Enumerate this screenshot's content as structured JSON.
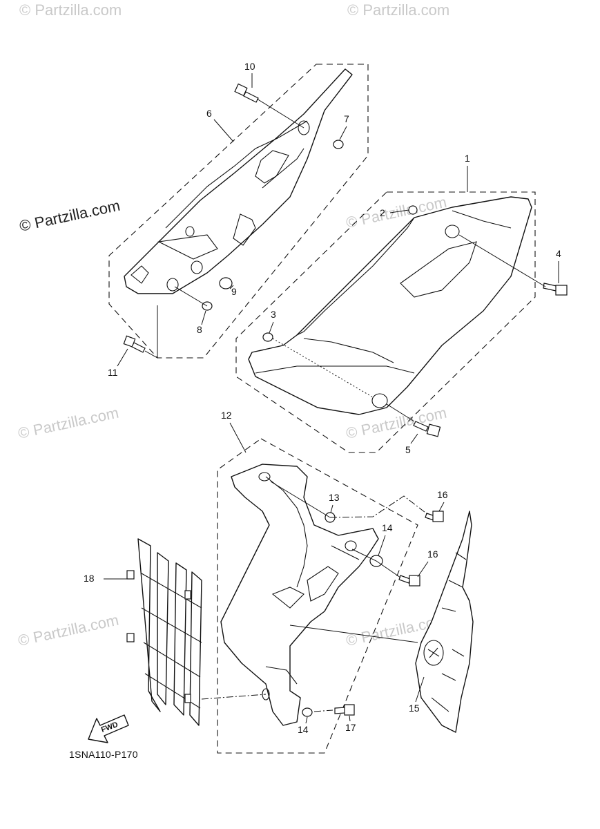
{
  "watermarks": {
    "faint": "© Partzilla.com",
    "strong": "© Partzilla.com"
  },
  "diagram_code": "1SNA110-P170",
  "fwd_label": "FWD",
  "callouts": {
    "c1": "1",
    "c2": "2",
    "c3": "3",
    "c4": "4",
    "c5": "5",
    "c6": "6",
    "c7": "7",
    "c8": "8",
    "c9": "9",
    "c10": "10",
    "c11": "11",
    "c12": "12",
    "c13": "13",
    "c14a": "14",
    "c14b": "14",
    "c15": "15",
    "c16a": "16",
    "c16b": "16",
    "c17": "17",
    "c18": "18"
  }
}
